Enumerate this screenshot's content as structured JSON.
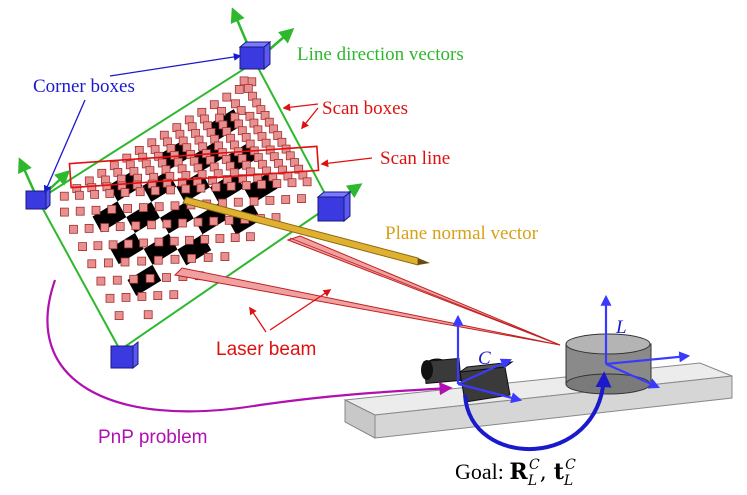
{
  "labels": {
    "line_direction_vectors": "Line direction vectors",
    "corner_boxes": "Corner boxes",
    "scan_boxes": "Scan boxes",
    "scan_line": "Scan line",
    "plane_normal_vector": "Plane normal vector",
    "laser_beam": "Laser beam",
    "pnp_problem": "PnP problem",
    "camera_frame": "C",
    "lidar_frame": "L",
    "goal_prefix": "Goal: ",
    "goal_R": "R",
    "goal_t": "t",
    "goal_sub": "L",
    "goal_sup": "C",
    "goal_sep": ", "
  },
  "colors": {
    "green": "#2db82d",
    "blue": "#1a1acc",
    "red": "#e01010",
    "orange": "#d8a018",
    "magenta": "#b010b0",
    "scan_box": "#e89090",
    "corner_box": "#3a3ae0",
    "checker": "#000000"
  }
}
